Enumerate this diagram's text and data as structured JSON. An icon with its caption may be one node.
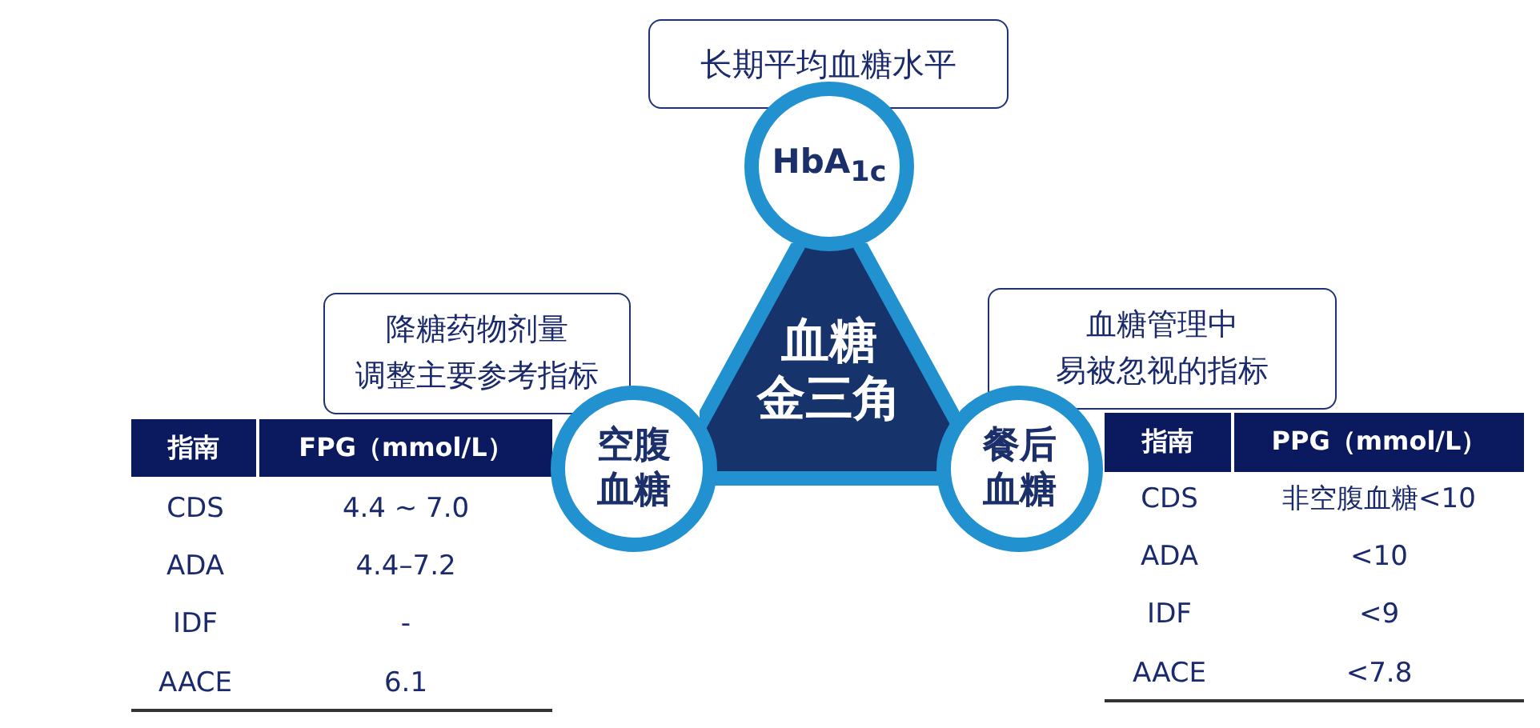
{
  "diagram": {
    "nodes": [
      {
        "text": [
          "长期平均血糖水平"
        ]
      },
      {
        "text": [
          "HbA$_{1c}$"
        ]
      },
      {
        "text": [
          "降糖药物剂量调整主要参考指标"
        ]
      },
      {
        "text": [
          "血糖金三角"
        ]
      },
      {
        "text": [
          "血糖管理中易被忽视的指标"
        ]
      },
      {
        "text": [
          "空腹血糖"
        ]
      },
      {
        "text": [
          "餐后血糖"
        ]
      }
    ],
    "labels": [
      "指南",
      "FPG（mmol/L）",
      "CDS",
      "4.4 ~ 7.0",
      "ADA",
      "4.4–7.2",
      "IDF",
      "-",
      "AACE",
      "6.1",
      "指南",
      "PPG（mmol/L）",
      "CDS",
      "非空腹血糖<10",
      "ADA",
      "<10",
      "IDF",
      "<9",
      "AACE",
      "<7.8"
    ]
  }
}
